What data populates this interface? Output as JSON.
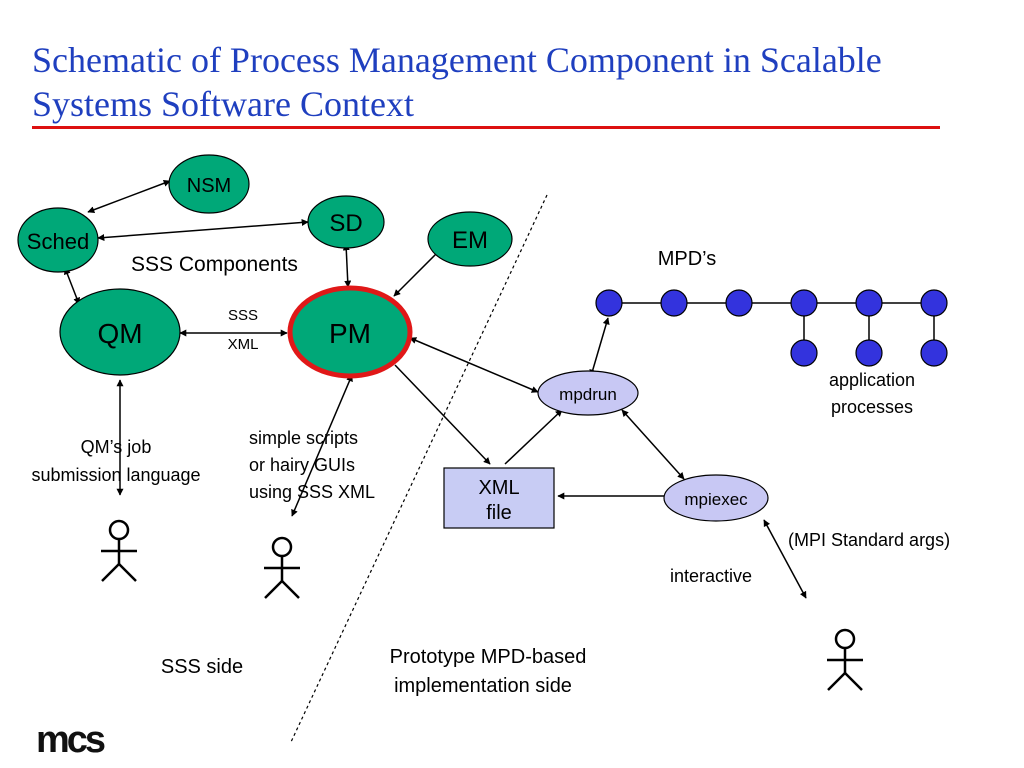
{
  "title": "Schematic of Process Management Component in Scalable Systems Software Context",
  "nodes": {
    "nsm": "NSM",
    "sched": "Sched",
    "sd": "SD",
    "em": "EM",
    "qm": "QM",
    "pm": "PM",
    "mpdrun": "mpdrun",
    "mpiexec": "mpiexec",
    "xml_file_line1": "XML",
    "xml_file_line2": "file"
  },
  "labels": {
    "sss_components": "SSS Components",
    "sss": "SSS",
    "xml": "XML",
    "mpds": "MPD’s",
    "app_proc_line1": "application",
    "app_proc_line2": "processes",
    "qm_job_line1": "QM’s job",
    "qm_job_line2": "submission language",
    "scripts_line1": "simple scripts",
    "scripts_line2": "or hairy GUIs",
    "scripts_line3": "using SSS XML",
    "mpi_args": "(MPI Standard args)",
    "interactive": "interactive",
    "sss_side": "SSS side",
    "proto_line1": "Prototype MPD-based",
    "proto_line2": "implementation side"
  },
  "logo": "mcs",
  "colors": {
    "title": "#1f3fbf",
    "title_rule": "#dd1010",
    "sss_node": "#00a878",
    "pm_ring": "#e01818",
    "mpd_node": "#3333dd",
    "mpd_proc": "#c8c8f4",
    "xml_box": "#c8ccf4"
  }
}
